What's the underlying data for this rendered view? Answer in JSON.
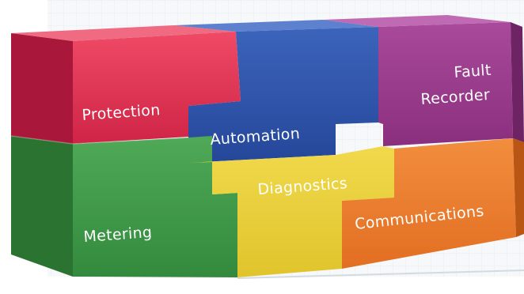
{
  "blocks": {
    "protection": "Protection",
    "automation": "Automation",
    "fault_recorder_line1": "Fault",
    "fault_recorder_line2": "Recorder",
    "metering": "Metering",
    "diagnostics": "Diagnostics",
    "communications": "Communications"
  },
  "colors": {
    "protection": "#e03050",
    "automation": "#2d52a8",
    "fault_recorder": "#9c3a8e",
    "metering": "#3f9a48",
    "diagnostics": "#e9cf3a",
    "communications": "#ee7d2e",
    "background": "#eef2f5"
  }
}
